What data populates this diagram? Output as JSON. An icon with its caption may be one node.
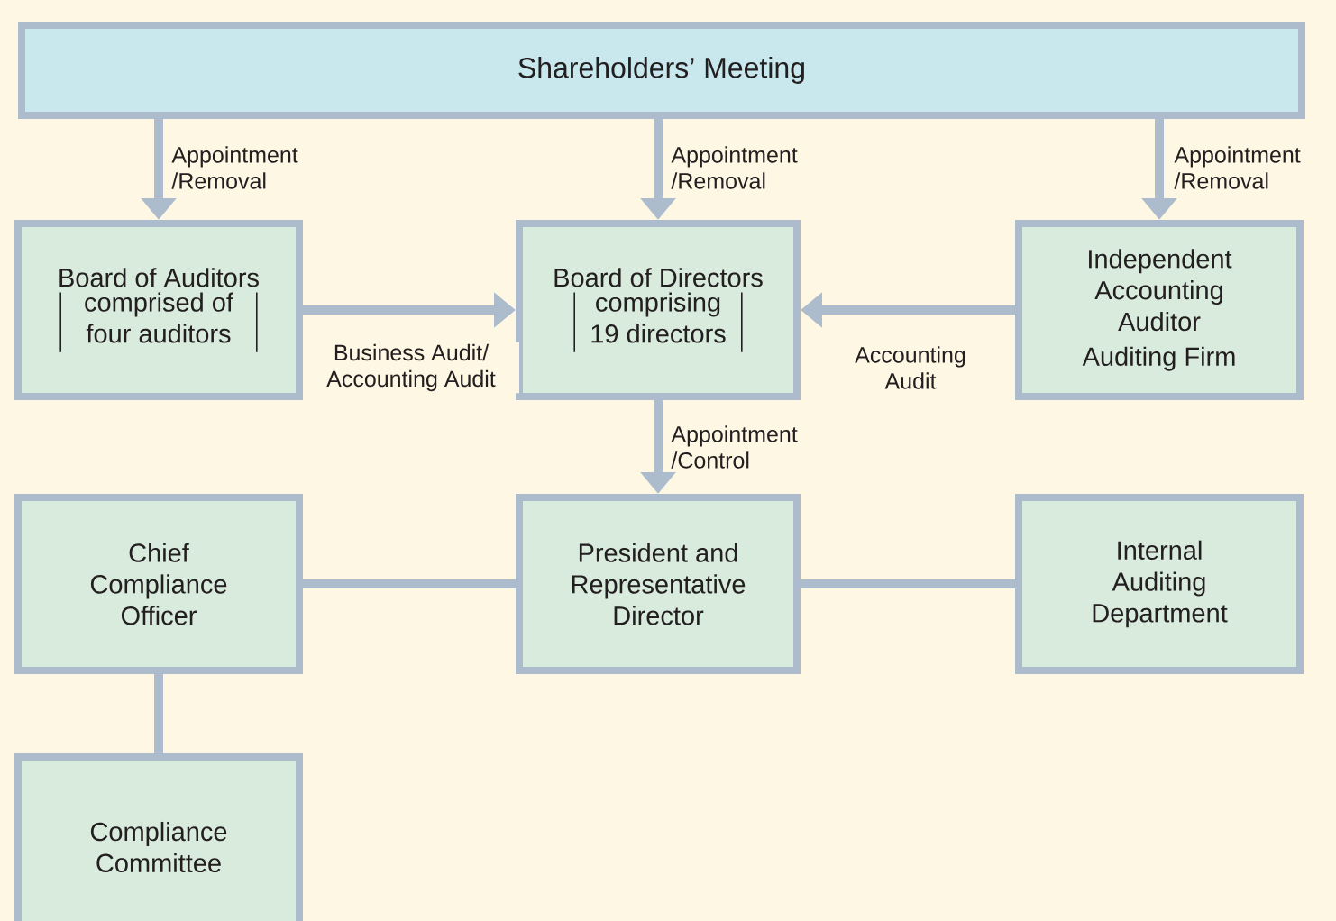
{
  "diagram": {
    "nodes": [
      {
        "text": [
          "Shareholders’ Meeting"
        ]
      },
      {
        "text": [
          "Board of Auditors",
          "comprised of four auditors"
        ]
      },
      {
        "text": [
          "Board of Directors",
          "comprising 19 directors"
        ]
      },
      {
        "text": [
          "Independent Accounting Auditor",
          "Auditing Firm"
        ]
      },
      {
        "text": [
          "Chief Compliance Officer"
        ]
      },
      {
        "text": [
          "President and Representative Director"
        ]
      },
      {
        "text": [
          "Internal Auditing Department"
        ]
      },
      {
        "text": [
          "Compliance Committee"
        ]
      }
    ],
    "edges": [
      {
        "from": 0,
        "to": 1,
        "arrow": "to",
        "label": "Appointment /Removal"
      },
      {
        "from": 0,
        "to": 2,
        "arrow": "to",
        "label": "Appointment /Removal"
      },
      {
        "from": 0,
        "to": 3,
        "arrow": "to",
        "label": "Appointment /Removal"
      },
      {
        "from": 1,
        "to": 2,
        "arrow": "to",
        "label": "Business Audit/ Accounting Audit"
      },
      {
        "from": 3,
        "to": 2,
        "arrow": "to",
        "label": "Accounting Audit"
      },
      {
        "from": 2,
        "to": 5,
        "arrow": "to",
        "label": "Appointment /Control"
      },
      {
        "from": 4,
        "to": 5,
        "arrow": "none"
      },
      {
        "from": 5,
        "to": 6,
        "arrow": "none"
      },
      {
        "from": 4,
        "to": 7,
        "arrow": "none"
      }
    ]
  }
}
